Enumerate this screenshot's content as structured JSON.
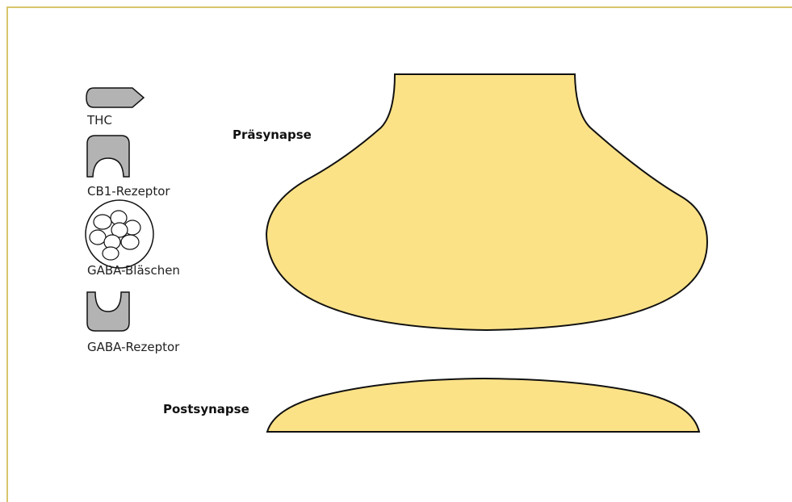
{
  "legend": {
    "thc": "THC",
    "cb1_receptor": "CB1-Rezeptor",
    "gaba_vesicles": "GABA-Bläschen",
    "gaba_receptor": "GABA-Rezeptor"
  },
  "regions": {
    "presynapse": "Präsynapse",
    "postsynapse": "Postsynapse"
  },
  "colors": {
    "frame": "#d9c56b",
    "synapse_fill": "#fce287",
    "icon_fill": "#b3b3b3",
    "outline": "#111111"
  }
}
